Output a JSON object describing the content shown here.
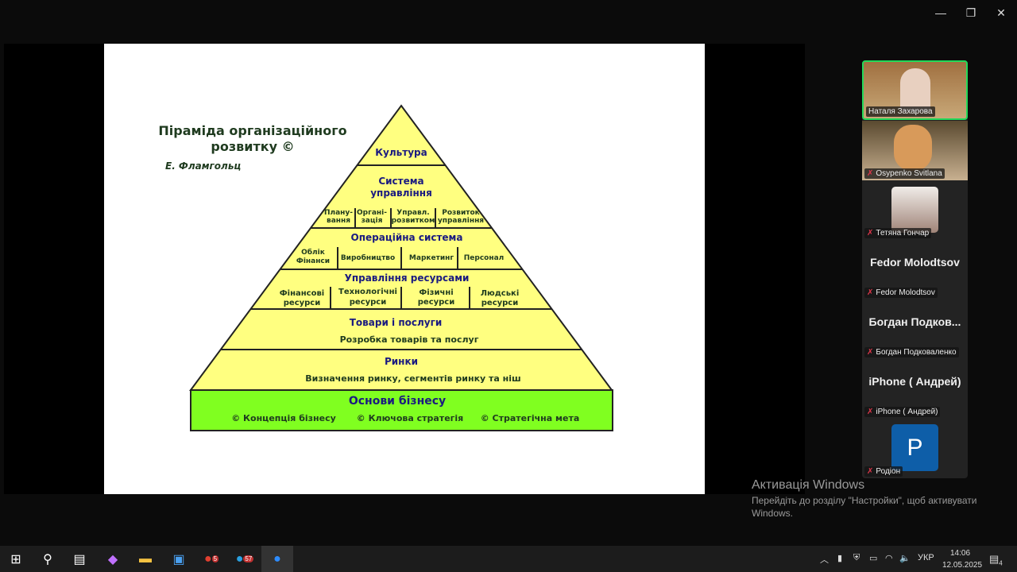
{
  "window": {
    "minimize": "—",
    "restore": "❐",
    "close": "✕"
  },
  "slide": {
    "title_line1": "Піраміда організаційного",
    "title_line2": "розвитку ©",
    "author": "Е. Фламгольц",
    "levels": {
      "culture": "Культура",
      "management_line1": "Система",
      "management_line2": "управління",
      "management_items": [
        [
          "Плану-",
          "вання"
        ],
        [
          "Органі-",
          "зація"
        ],
        [
          "Управл.",
          "розвитком"
        ],
        [
          "Розвиток",
          "управління"
        ]
      ],
      "operations": "Операційна система",
      "operations_items": [
        [
          "Облік",
          "Фінанси"
        ],
        [
          "Виробництво"
        ],
        [
          "Маркетинг"
        ],
        [
          "Персонал"
        ]
      ],
      "resources": "Управління ресурсами",
      "resources_items": [
        [
          "Фінансові",
          "ресурси"
        ],
        [
          "Технологічні",
          "ресурси"
        ],
        [
          "Фізичні",
          "ресурси"
        ],
        [
          "Людські",
          "ресурси"
        ]
      ],
      "products": "Товари і послуги",
      "products_sub": "Розробка товарів та послуг",
      "markets": "Ринки",
      "markets_sub": "Визначення ринку, сегментів ринку та ніш",
      "foundation": "Основи бізнесу",
      "foundation_items": [
        "© Концепція бізнесу",
        "© Ключова стратегія",
        "© Стратегічна мета"
      ]
    }
  },
  "participants": [
    {
      "name": "Наталя Захарова",
      "muted": false,
      "active": true
    },
    {
      "name": "Osypenko Svitlana",
      "muted": true
    },
    {
      "name": "Тетяна Гончар",
      "muted": true
    },
    {
      "name": "Fedor Molodtsov",
      "display": "Fedor Molodtsov",
      "muted": true
    },
    {
      "name": "Богдан Подковаленко",
      "display": "Богдан Подков...",
      "muted": true
    },
    {
      "name": "iPhone ( Андрей)",
      "display": "iPhone ( Андрей)",
      "muted": true
    },
    {
      "name": "Родіон",
      "avatar_letter": "P",
      "muted": true
    }
  ],
  "activation": {
    "title": "Активація Windows",
    "line1": "Перейдіть до розділу \"Настройки\", щоб активувати",
    "line2": "Windows."
  },
  "taskbar": {
    "lang": "УКР",
    "time": "14:06",
    "date": "12.05.2025",
    "notif_count": "4",
    "chrome_badge": "5",
    "telegram_badge": "57"
  }
}
